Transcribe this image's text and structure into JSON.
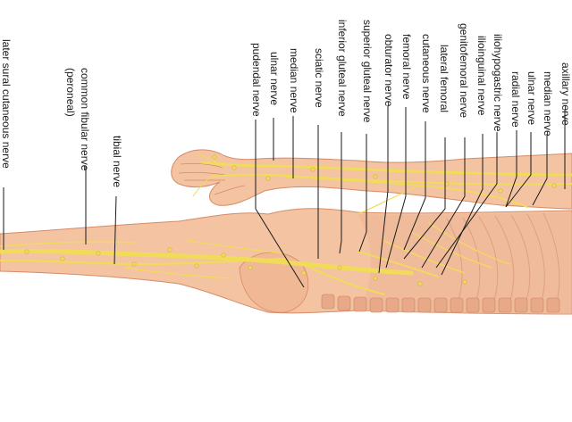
{
  "labels": {
    "axillary": "axillary nerve",
    "median_arm": "median nerve",
    "ulnar_arm": "ulnar nerve",
    "radial": "radial nerve",
    "iliohypogastric": "iliohypogastric nerve",
    "ilioinguinal": "ilioinguinal nerve",
    "genitofemoral": "genitofemoral nerve",
    "lateral_femoral_1": "lateral femoral",
    "lateral_femoral_2": "cutaneous nerve",
    "femoral": "femoral nerve",
    "obturator": "obturator nerve",
    "superior_gluteal": "superior gluteal nerve",
    "inferior_gluteal": "inferior gluteal nerve",
    "sciatic": "sciatic nerve",
    "median_hand": "median nerve",
    "ulnar_hand": "ulnar nerve",
    "pudendal": "pudendal nerve",
    "tibial": "tibial nerve",
    "common_fibular_1": "common fibular nerve",
    "common_fibular_2": "(peroneal)",
    "lateral_sural": "later sural cutaneous nerve"
  },
  "colors": {
    "skin": "#f3c3a2",
    "skin_shadow": "#e2a07e",
    "skin_dark": "#d68b68",
    "nerve": "#f1dc5a",
    "nerve_outline": "#c9a92a",
    "leader_line": "#1a1a1a",
    "background": "#ffffff"
  }
}
